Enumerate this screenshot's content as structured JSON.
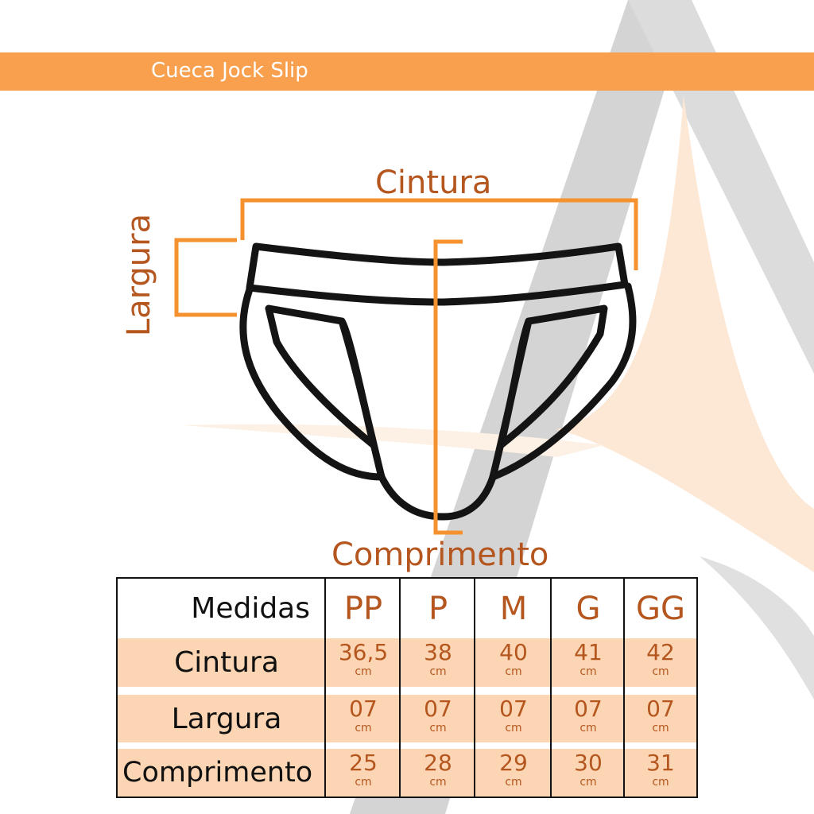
{
  "banner": {
    "title": "Cueca Jock Slip"
  },
  "diagram": {
    "waist_label": "Cintura",
    "width_label": "Largura",
    "length_label": "Comprimento"
  },
  "table": {
    "header_label": "Medidas",
    "sizes": [
      "PP",
      "P",
      "M",
      "G",
      "GG"
    ],
    "unit": "cm",
    "rows": [
      {
        "label": "Cintura",
        "values": [
          "36,5",
          "38",
          "40",
          "41",
          "42"
        ]
      },
      {
        "label": "Largura",
        "values": [
          "07",
          "07",
          "07",
          "07",
          "07"
        ]
      },
      {
        "label": "Comprimento",
        "values": [
          "25",
          "28",
          "29",
          "30",
          "31"
        ]
      }
    ]
  },
  "colors": {
    "banner": "#f9a04e",
    "accent_text": "#b5561f",
    "row_fill": "#fcd6b4",
    "dimension_lines": "#f5922f"
  }
}
